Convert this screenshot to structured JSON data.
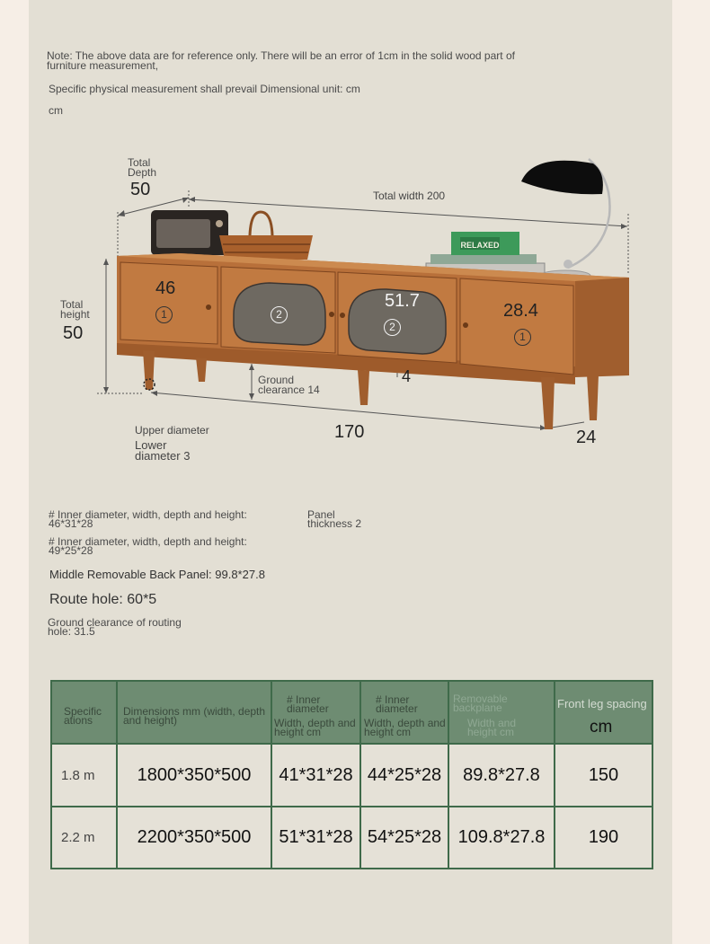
{
  "notes": {
    "line1a": "Note: The above data are for reference only. There will be an error of 1cm in the solid wood part of",
    "line1b": "furniture measurement,",
    "line2": "Specific physical measurement shall prevail Dimensional unit: cm",
    "line3": "cm"
  },
  "diagram": {
    "total_depth_a": "Total",
    "total_depth_b": "Depth",
    "total_depth_value": "50",
    "total_width": "Total width 200",
    "total_height_a": "Total",
    "total_height_b": "height",
    "total_height_value": "50",
    "drawer_width": "46",
    "glass_width": "51.7",
    "right_height": "28.4",
    "marker_1": "1",
    "marker_2": "2",
    "gap": "4",
    "ground_a": "Ground",
    "ground_b": "clearance 14",
    "leg_span": "170",
    "leg_depth": "24",
    "upper_diameter": "Upper diameter",
    "lower_a": "Lower",
    "lower_b": "diameter 3",
    "box_label": "RELAXED"
  },
  "specs": {
    "inner1_a": "# Inner diameter, width, depth and height:",
    "inner1_b": "46*31*28",
    "panel_a": "Panel",
    "panel_b": "thickness 2",
    "inner2_a": "# Inner diameter, width, depth and height:",
    "inner2_b": "49*25*28",
    "back_panel": "Middle Removable Back Panel: 99.8*27.8",
    "route_hole": "Route hole: 60*5",
    "routing_a": "Ground clearance of routing",
    "routing_b": "hole: 31.5"
  },
  "table": {
    "h1a": "Specific",
    "h1b": "ations",
    "h2a": "Dimensions mm (width, depth",
    "h2b": "and height)",
    "h3a": "# Inner",
    "h3b": "diameter",
    "h3c": "Width, depth and",
    "h3d": "height cm",
    "h4a": "# Inner",
    "h4b": "diameter",
    "h4c": "Width, depth and",
    "h4d": "height cm",
    "h5a": "Removable",
    "h5b": "backplane",
    "h5c": "Width and",
    "h5d": "height cm",
    "h6a": "Front leg spacing",
    "h6b": "cm",
    "rows": [
      [
        "1.8 m",
        "1800*350*500",
        "41*31*28",
        "44*25*28",
        "89.8*27.8",
        "150"
      ],
      [
        "2.2 m",
        "2200*350*500",
        "51*31*28",
        "54*25*28",
        "109.8*27.8",
        "190"
      ]
    ]
  },
  "colors": {
    "page_bg": "#e3dfd4",
    "table_header": "#6e8c72",
    "table_border": "#3f6a4a",
    "wood": "#b8703a"
  }
}
